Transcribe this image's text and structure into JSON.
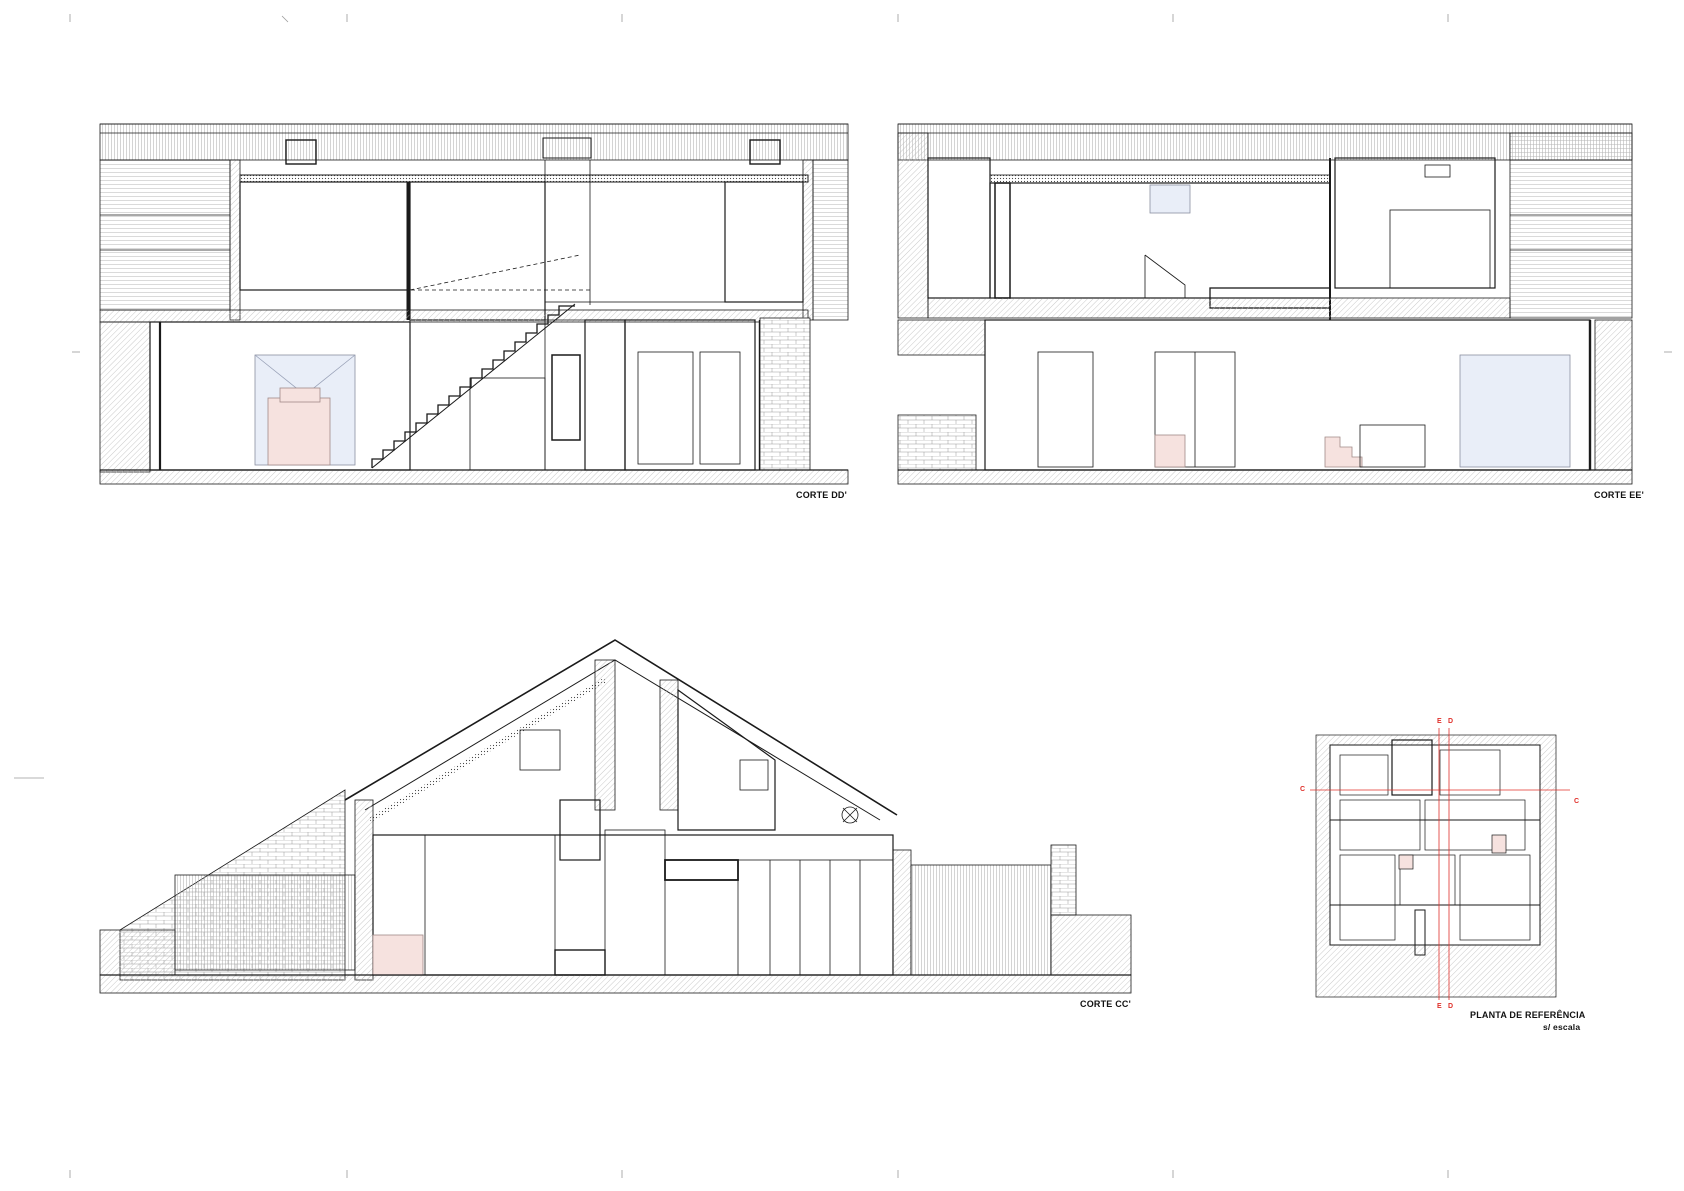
{
  "sections": {
    "dd": {
      "label": "CORTE DD'"
    },
    "ee": {
      "label": "CORTE EE'"
    },
    "cc": {
      "label": "CORTE CC'"
    }
  },
  "reference_plan": {
    "title": "PLANTA DE REFERÊNCIA",
    "subtitle": "s/ escala",
    "markers": {
      "top_e": "E",
      "top_d": "D",
      "bottom_e": "E",
      "bottom_d": "D",
      "left_c": "C",
      "right_c": "C"
    }
  },
  "colors": {
    "line": "#1a1a1a",
    "hatch": "#bdbdbd",
    "accent": "#e0302a",
    "glass": "#e9eef8",
    "pink": "#f6e2df"
  }
}
